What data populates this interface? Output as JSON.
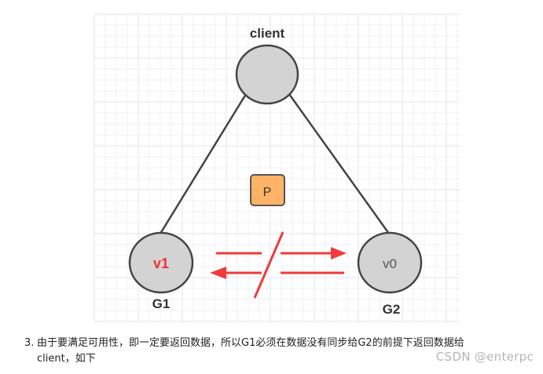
{
  "diagram": {
    "client_label": "client",
    "partition_label": "P",
    "node_left": {
      "value": "v1",
      "name": "G1"
    },
    "node_right": {
      "value": "v0",
      "name": "G2"
    },
    "colors": {
      "node_fill": "#d3d3d3",
      "node_stroke": "#444444",
      "partition_fill": "#ffb366",
      "partition_stroke": "#555555",
      "arrow": "#ef3b3b",
      "highlight_text": "#ee3333"
    }
  },
  "caption": {
    "number": "3.",
    "line1": "由于要满足可用性，即一定要返回数据，所以G1必须在数据没有同步给G2的前提下返回数据给",
    "line2": "client，如下"
  },
  "watermark": "CSDN @enterpc"
}
